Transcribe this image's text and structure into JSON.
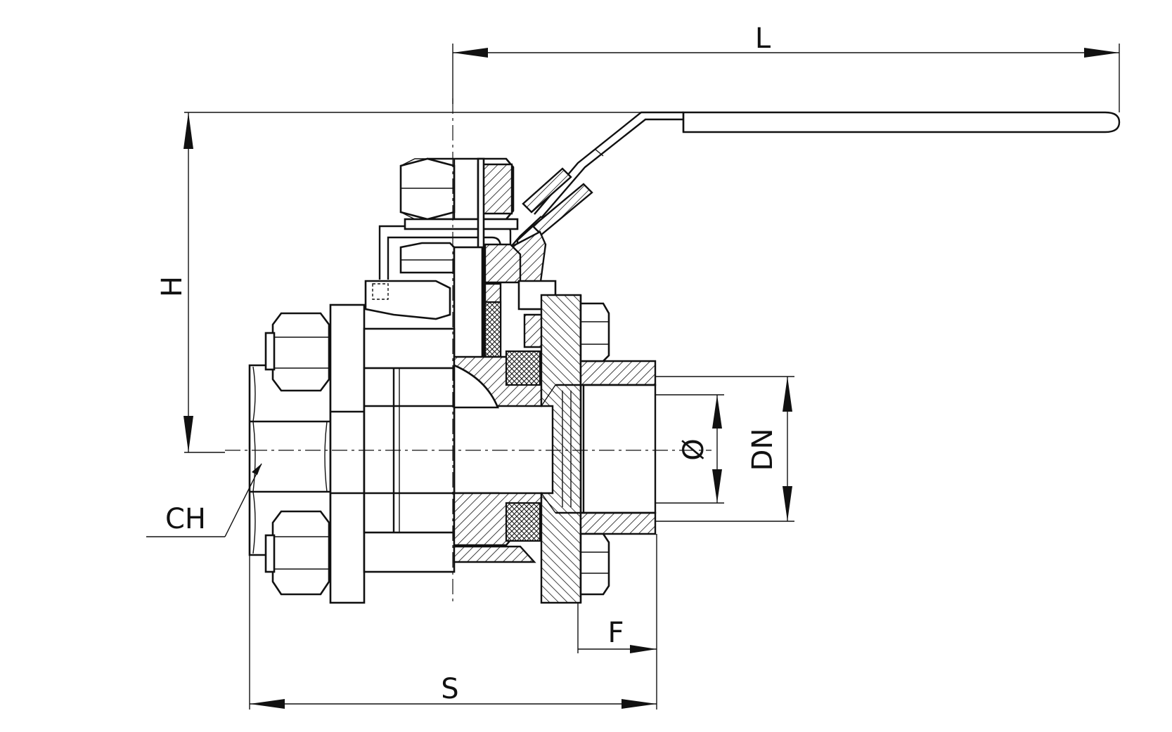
{
  "drawing": {
    "dimensions": {
      "L": "L",
      "H": "H",
      "CH": "CH",
      "phi": "Ø",
      "DN": "DN",
      "F": "F",
      "S": "S"
    }
  }
}
